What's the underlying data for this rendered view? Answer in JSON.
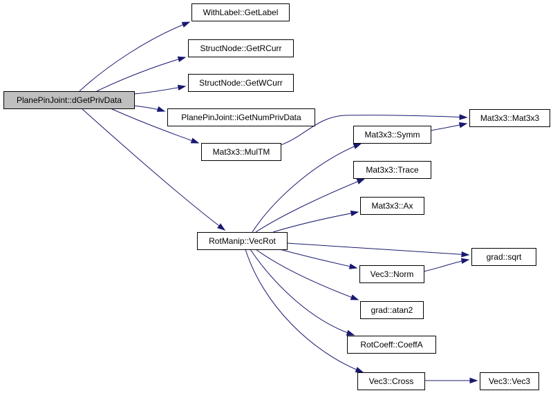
{
  "graph": {
    "edge_color": "#191970",
    "root_fill": "#bfbfbf",
    "nodes": [
      {
        "id": "dgetprivdata",
        "label": "PlanePinJoint::dGetPrivData",
        "root": true
      },
      {
        "id": "getlabel",
        "label": "WithLabel::GetLabel"
      },
      {
        "id": "getrcurr",
        "label": "StructNode::GetRCurr"
      },
      {
        "id": "getwcurr",
        "label": "StructNode::GetWCurr"
      },
      {
        "id": "igetnumprivdata",
        "label": "PlanePinJoint::iGetNumPrivData"
      },
      {
        "id": "multm",
        "label": "Mat3x3::MulTM"
      },
      {
        "id": "mat3x3",
        "label": "Mat3x3::Mat3x3"
      },
      {
        "id": "symm",
        "label": "Mat3x3::Symm"
      },
      {
        "id": "trace",
        "label": "Mat3x3::Trace"
      },
      {
        "id": "ax",
        "label": "Mat3x3::Ax"
      },
      {
        "id": "vecrot",
        "label": "RotManip::VecRot"
      },
      {
        "id": "sqrt",
        "label": "grad::sqrt"
      },
      {
        "id": "norm",
        "label": "Vec3::Norm"
      },
      {
        "id": "atan2",
        "label": "grad::atan2"
      },
      {
        "id": "coeffa",
        "label": "RotCoeff::CoeffA"
      },
      {
        "id": "cross",
        "label": "Vec3::Cross"
      },
      {
        "id": "vec3",
        "label": "Vec3::Vec3"
      }
    ],
    "edges": [
      {
        "from": "dgetprivdata",
        "to": "getlabel"
      },
      {
        "from": "dgetprivdata",
        "to": "getrcurr"
      },
      {
        "from": "dgetprivdata",
        "to": "getwcurr"
      },
      {
        "from": "dgetprivdata",
        "to": "igetnumprivdata"
      },
      {
        "from": "dgetprivdata",
        "to": "multm"
      },
      {
        "from": "dgetprivdata",
        "to": "vecrot"
      },
      {
        "from": "multm",
        "to": "mat3x3"
      },
      {
        "from": "symm",
        "to": "mat3x3"
      },
      {
        "from": "vecrot",
        "to": "symm"
      },
      {
        "from": "vecrot",
        "to": "trace"
      },
      {
        "from": "vecrot",
        "to": "ax"
      },
      {
        "from": "vecrot",
        "to": "sqrt"
      },
      {
        "from": "vecrot",
        "to": "norm"
      },
      {
        "from": "vecrot",
        "to": "atan2"
      },
      {
        "from": "vecrot",
        "to": "coeffa"
      },
      {
        "from": "vecrot",
        "to": "cross"
      },
      {
        "from": "norm",
        "to": "sqrt"
      },
      {
        "from": "cross",
        "to": "vec3"
      }
    ]
  }
}
